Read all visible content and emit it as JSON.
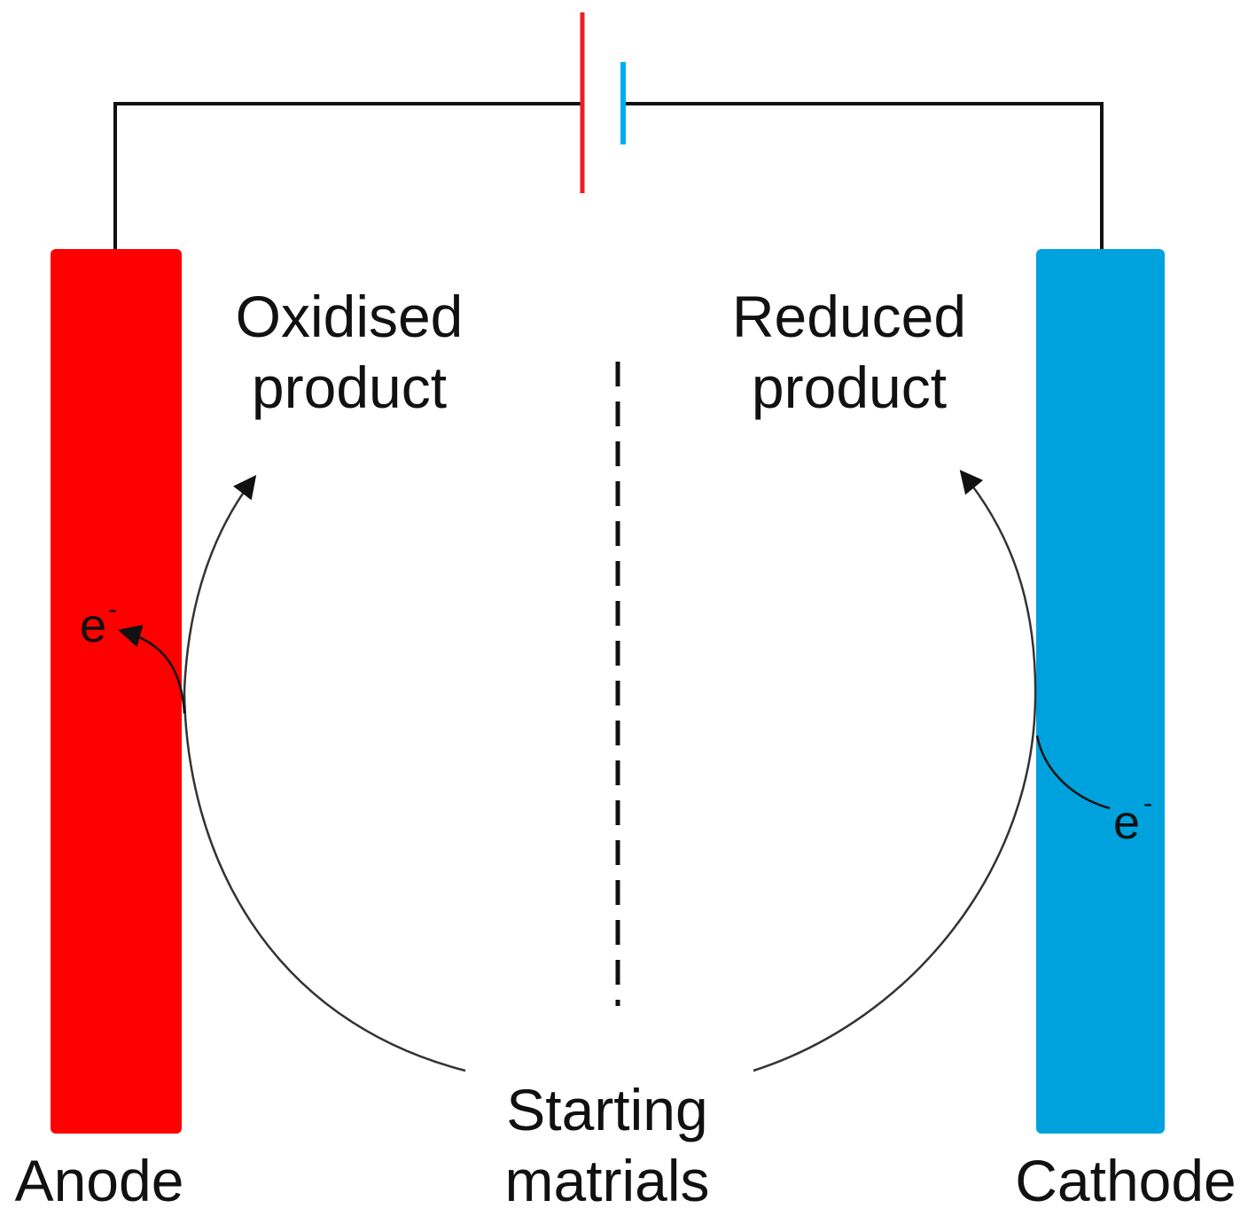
{
  "colors": {
    "anode": "#ff0000",
    "cathode": "#00a2dd",
    "wire": "#111111",
    "battery_positive": "#ee1c24",
    "battery_negative": "#00aeef"
  },
  "labels": {
    "anode": "Anode",
    "cathode": "Cathode",
    "oxidised_line1": "Oxidised",
    "oxidised_line2": "product",
    "reduced_line1": "Reduced",
    "reduced_line2": "product",
    "starting_line1": "Starting",
    "starting_line2": "matrials",
    "electron": "e",
    "electron_charge": "-"
  }
}
